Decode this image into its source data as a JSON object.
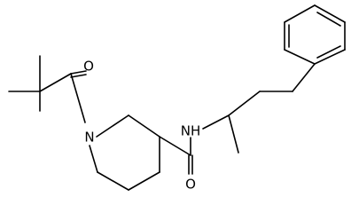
{
  "structure": {
    "atoms": {
      "oxygen_top": "O",
      "nitrogen_ring": "N",
      "amide_nh": "NH",
      "oxygen_bottom": "O"
    }
  },
  "colors": {
    "bond": "#000000",
    "label": "#000000",
    "background": "#ffffff"
  }
}
